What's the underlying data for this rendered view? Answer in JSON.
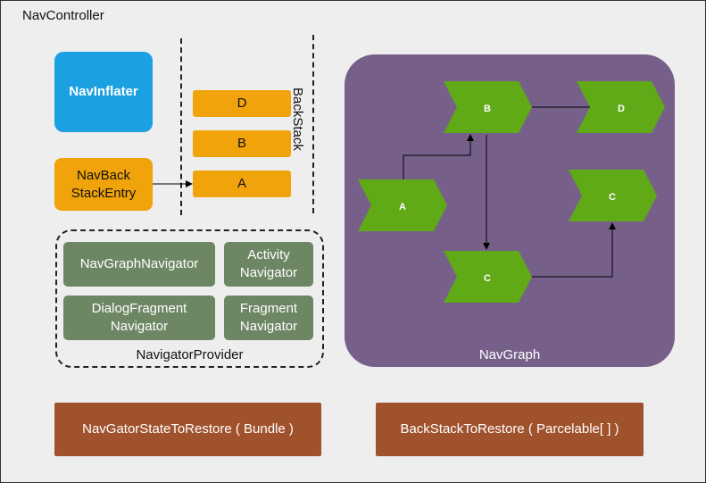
{
  "title": "NavController",
  "nav_inflater": "NavInflater",
  "nav_back_stack_entry": "NavBack\nStackEntry",
  "back_stack": {
    "label": "BackStack",
    "items": [
      "D",
      "B",
      "A"
    ]
  },
  "navigator_provider": {
    "label": "NavigatorProvider",
    "navigators": [
      "NavGraphNavigator",
      "Activity\nNavigator",
      "DialogFragment\nNavigator",
      "Fragment\nNavigator"
    ]
  },
  "nav_graph": {
    "label": "NavGraph",
    "nodes": [
      "A",
      "B",
      "D",
      "C",
      "C"
    ]
  },
  "restore": {
    "navigator_state": "NavGatorStateToRestore ( Bundle )",
    "back_stack": "BackStackToRestore ( Parcelable[ ] )"
  },
  "colors": {
    "blue": "#1ba1e2",
    "orange": "#f0a30a",
    "green_navigator": "#6d8764",
    "green_node": "#60a917",
    "purple": "#76608a",
    "brown": "#a0522d"
  }
}
